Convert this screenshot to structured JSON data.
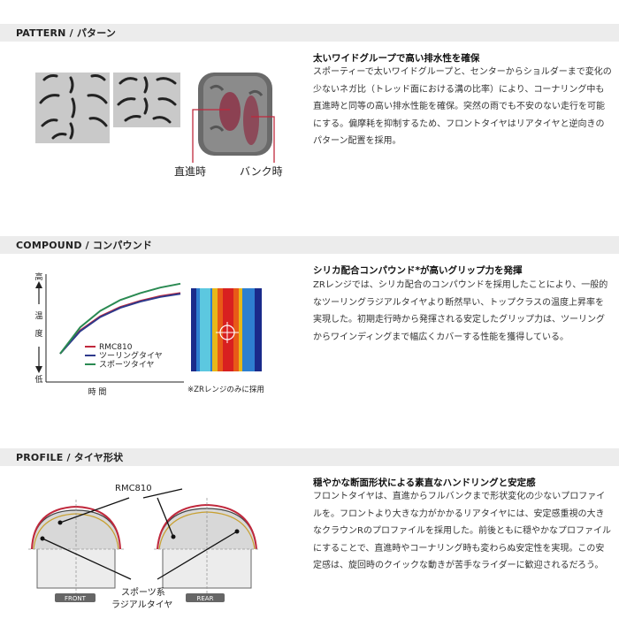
{
  "pattern": {
    "section_title": "PATTERN / パターン",
    "heading": "太いワイドグループで高い排水性を確保",
    "body": "スポーティーで太いワイドグループと、センターからショルダーまで変化の少ないネガ比（トレッド面における溝の比率）により、コーナリング中も直進時と同等の高い排水性能を確保。突然の雨でも不安のない走行を可能にする。偏摩耗を抑制するため、フロントタイヤはリアタイヤと逆向きのパターン配置を採用。",
    "label_straight": "直進時",
    "label_bank": "バンク時"
  },
  "compound": {
    "section_title": "COMPOUND / コンパウンド",
    "heading": "シリカ配合コンパウンド*が高いグリップ力を発揮",
    "body": "ZRレンジでは、シリカ配合のコンパウンドを採用したことにより、一般的なツーリングラジアルタイヤより断然早い、トップクラスの温度上昇率を実現した。初期走行時から発揮される安定したグリップ力は、ツーリングからワインディングまで幅広くカバーする性能を獲得している。",
    "note": "※ZRレンジのみに採用",
    "chart_data": {
      "type": "line",
      "title": "",
      "xlabel": "時 間",
      "ylabel_top": "高",
      "ylabel_mid": [
        "温",
        "度"
      ],
      "ylabel_bottom": "低",
      "series": [
        {
          "name": "RMC810",
          "color": "#c0283c",
          "values": [
            0.0,
            0.3,
            0.48,
            0.6,
            0.68,
            0.74,
            0.78
          ]
        },
        {
          "name": "ツーリングタイヤ",
          "color": "#2e3a8c",
          "values": [
            0.0,
            0.29,
            0.47,
            0.59,
            0.67,
            0.73,
            0.77
          ]
        },
        {
          "name": "スポーツタイヤ",
          "color": "#2a8a52",
          "values": [
            0.0,
            0.34,
            0.55,
            0.69,
            0.78,
            0.85,
            0.9
          ]
        }
      ]
    }
  },
  "profile": {
    "section_title": "PROFILE / タイヤ形状",
    "heading": "穏やかな断面形状による素直なハンドリングと安定感",
    "body": "フロントタイヤは、直進からフルバンクまで形状変化の少ないプロファイルを。フロントより大きな力がかかるリアタイヤには、安定感重視の大きなクラウンRのプロファイルを採用した。前後ともに穏やかなプロファイルにすることで、直進時やコーナリング時も変わらぬ安定性を実現。この安定感は、旋回時のクイックな動きが苦手なライダーに歓迎されるだろう。",
    "label_rmc": "RMC810",
    "label_sport_line1": "スポーツ系",
    "label_sport_line2": "ラジアルタイヤ",
    "label_front": "FRONT",
    "label_rear": "REAR"
  }
}
